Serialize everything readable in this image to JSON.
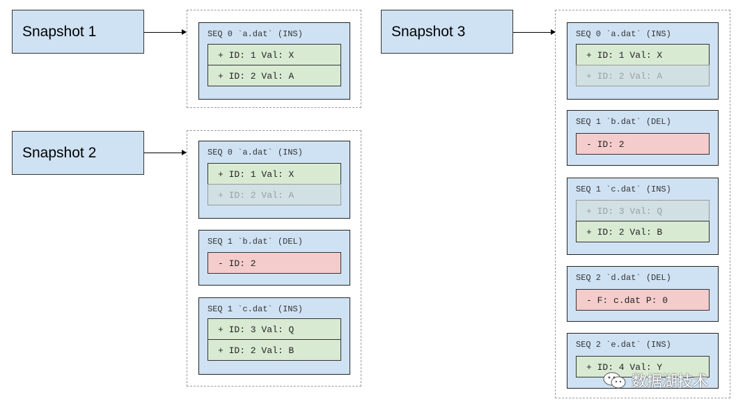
{
  "snapshots": [
    {
      "label": "Snapshot 1",
      "files": [
        {
          "header": "SEQ 0 `a.dat` (INS)",
          "rows": [
            {
              "text": "+ ID: 1 Val: X",
              "kind": "ins"
            },
            {
              "text": "+ ID: 2 Val: A",
              "kind": "ins"
            }
          ]
        }
      ]
    },
    {
      "label": "Snapshot 2",
      "files": [
        {
          "header": "SEQ 0 `a.dat` (INS)",
          "rows": [
            {
              "text": "+ ID: 1 Val: X",
              "kind": "ins"
            },
            {
              "text": "+ ID: 2 Val: A",
              "kind": "stale"
            }
          ]
        },
        {
          "header": "SEQ 1 `b.dat` (DEL)",
          "rows": [
            {
              "text": "- ID: 2",
              "kind": "del"
            }
          ]
        },
        {
          "header": "SEQ 1 `c.dat` (INS)",
          "rows": [
            {
              "text": "+ ID: 3 Val: Q",
              "kind": "ins"
            },
            {
              "text": "+ ID: 2 Val: B",
              "kind": "ins"
            }
          ]
        }
      ]
    },
    {
      "label": "Snapshot 3",
      "files": [
        {
          "header": "SEQ 0 `a.dat` (INS)",
          "rows": [
            {
              "text": "+ ID: 1 Val: X",
              "kind": "ins"
            },
            {
              "text": "+ ID: 2 Val: A",
              "kind": "stale"
            }
          ]
        },
        {
          "header": "SEQ 1 `b.dat` (DEL)",
          "rows": [
            {
              "text": "- ID: 2",
              "kind": "del"
            }
          ]
        },
        {
          "header": "SEQ 1 `c.dat` (INS)",
          "rows": [
            {
              "text": "+ ID: 3 Val: Q",
              "kind": "stale"
            },
            {
              "text": "+ ID: 2 Val: B",
              "kind": "ins"
            }
          ]
        },
        {
          "header": "SEQ 2 `d.dat` (DEL)",
          "rows": [
            {
              "text": "- F: c.dat P: 0",
              "kind": "del"
            }
          ]
        },
        {
          "header": "SEQ 2 `e.dat` (INS)",
          "rows": [
            {
              "text": "+ ID: 4 Val: Y",
              "kind": "ins"
            }
          ]
        }
      ]
    }
  ],
  "colors": {
    "box_fill": "#cfe2f3",
    "insert_fill": "#d9ead3",
    "delete_fill": "#f4cccc",
    "stale_fill": "#d0e0e3"
  },
  "watermark": {
    "text": "数据湖技术",
    "icon": "wechat-icon"
  }
}
